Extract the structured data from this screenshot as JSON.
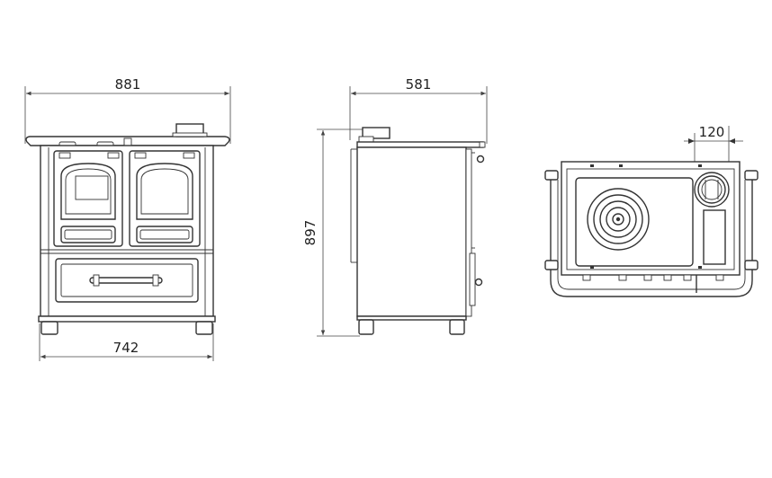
{
  "dimensions": {
    "front_width_top": "881",
    "side_depth": "581",
    "height": "897",
    "front_width_base": "742",
    "flue_offset": "120"
  },
  "colors": {
    "line": "#333333",
    "background": "#ffffff"
  }
}
